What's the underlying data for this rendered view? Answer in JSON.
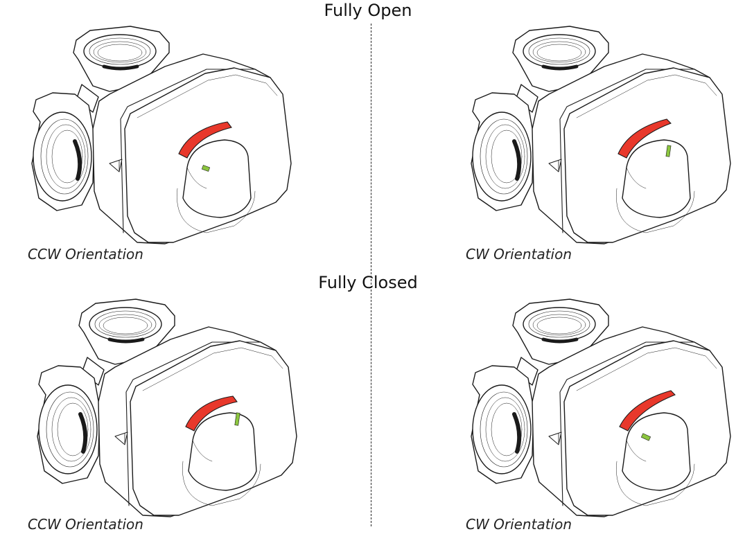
{
  "headings": {
    "open": "Fully Open",
    "closed": "Fully Closed"
  },
  "panels": [
    {
      "state": "open",
      "caption": "CCW Orientation",
      "indicator": "horizontal"
    },
    {
      "state": "open",
      "caption": "CW Orientation",
      "indicator": "vertical"
    },
    {
      "state": "closed",
      "caption": "CCW Orientation",
      "indicator": "vertical"
    },
    {
      "state": "closed",
      "caption": "CW Orientation",
      "indicator": "horizontal"
    }
  ],
  "colors": {
    "line": "#1a1a1a",
    "arc": "#e8382b",
    "indicator": "#8cc63f"
  }
}
